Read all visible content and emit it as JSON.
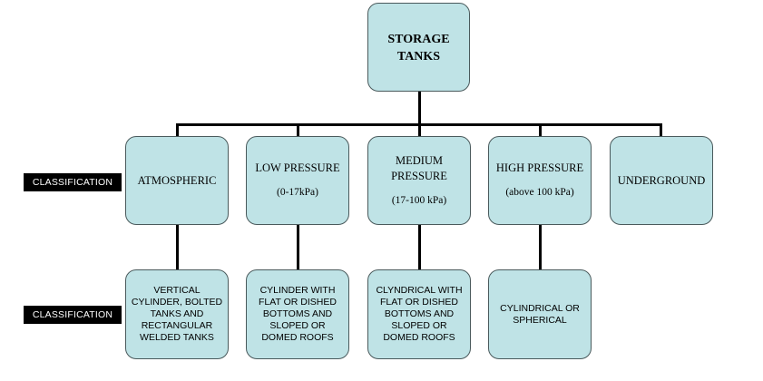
{
  "root": {
    "label": "STORAGE\nTANKS"
  },
  "side_labels": [
    "CLASSIFICATION",
    "CLASSIFICATION"
  ],
  "level1": [
    {
      "label": "ATMOSPHERIC",
      "sub": ""
    },
    {
      "label": "LOW PRESSURE",
      "sub": "(0-17kPa)"
    },
    {
      "label": "MEDIUM\nPRESSURE",
      "sub": "(17-100 kPa)"
    },
    {
      "label": "HIGH PRESSURE",
      "sub": "(above 100 kPa)"
    },
    {
      "label": "UNDERGROUND",
      "sub": ""
    }
  ],
  "level2": [
    {
      "label": "VERTICAL\nCYLINDER, BOLTED\nTANKS AND\nRECTANGULAR\nWELDED TANKS"
    },
    {
      "label": "CYLINDER WITH\nFLAT OR DISHED\nBOTTOMS AND\nSLOPED OR\nDOMED ROOFS"
    },
    {
      "label": "CLYNDRICAL WITH\nFLAT OR DISHED\nBOTTOMS AND\nSLOPED OR\nDOMED ROOFS"
    },
    {
      "label": "CYLINDRICAL OR\nSPHERICAL"
    }
  ]
}
